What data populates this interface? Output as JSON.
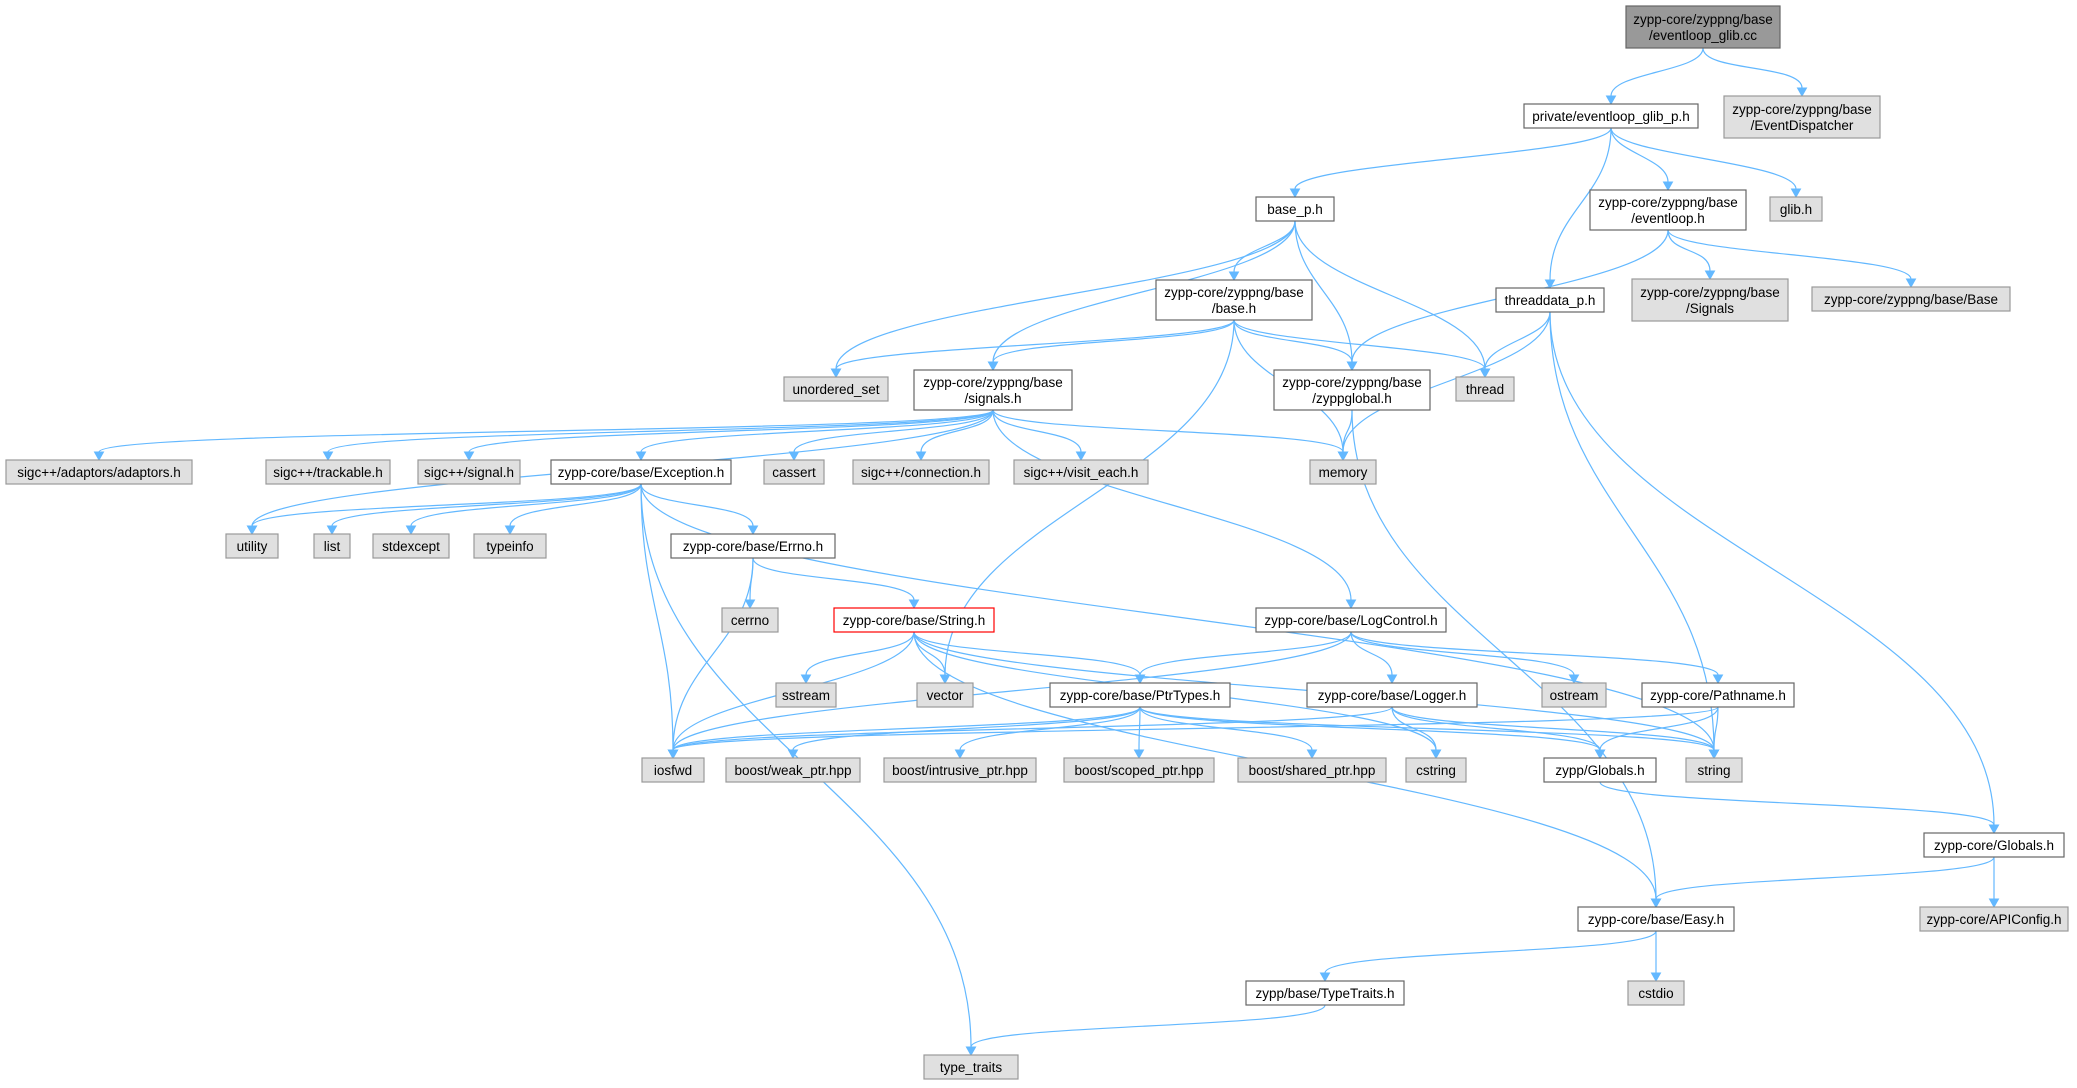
{
  "colors": {
    "root_fill": "#999999",
    "root_border": "#666666",
    "node_fill": "#ffffff",
    "node_border": "#666666",
    "ext_fill": "#e0e0e0",
    "ext_border": "#999999",
    "highlight_border": "#ff0000",
    "edge": "#63b8ff"
  },
  "nodes": [
    {
      "id": "eventloop_glib_cc",
      "kind": "root",
      "lines": [
        "zypp-core/zyppng/base",
        "/eventloop_glib.cc"
      ]
    },
    {
      "id": "eventloop_glib_p_h",
      "kind": "node",
      "lines": [
        "private/eventloop_glib_p.h"
      ]
    },
    {
      "id": "eventdispatcher",
      "kind": "ext",
      "lines": [
        "zypp-core/zyppng/base",
        "/EventDispatcher"
      ]
    },
    {
      "id": "base_p_h",
      "kind": "node",
      "lines": [
        "base_p.h"
      ]
    },
    {
      "id": "zyppng_eventloop_h",
      "kind": "node",
      "lines": [
        "zypp-core/zyppng/base",
        "/eventloop.h"
      ]
    },
    {
      "id": "glib_h",
      "kind": "ext",
      "lines": [
        "glib.h"
      ]
    },
    {
      "id": "zyppng_base_h",
      "kind": "node",
      "lines": [
        "zypp-core/zyppng/base",
        "/base.h"
      ]
    },
    {
      "id": "threaddata_p_h",
      "kind": "node",
      "lines": [
        "threaddata_p.h"
      ]
    },
    {
      "id": "zyppng_signals_ext",
      "kind": "ext",
      "lines": [
        "zypp-core/zyppng/base",
        "/Signals"
      ]
    },
    {
      "id": "zyppng_base_ext",
      "kind": "ext",
      "lines": [
        "zypp-core/zyppng/base/Base"
      ]
    },
    {
      "id": "unordered_set",
      "kind": "ext",
      "lines": [
        "unordered_set"
      ]
    },
    {
      "id": "zyppng_signals_h",
      "kind": "node",
      "lines": [
        "zypp-core/zyppng/base",
        "/signals.h"
      ]
    },
    {
      "id": "zyppglobal_h",
      "kind": "node",
      "lines": [
        "zypp-core/zyppng/base",
        "/zyppglobal.h"
      ]
    },
    {
      "id": "thread",
      "kind": "ext",
      "lines": [
        "thread"
      ]
    },
    {
      "id": "sigcpp_adaptors",
      "kind": "ext",
      "lines": [
        "sigc++/adaptors/adaptors.h"
      ]
    },
    {
      "id": "sigcpp_trackable",
      "kind": "ext",
      "lines": [
        "sigc++/trackable.h"
      ]
    },
    {
      "id": "sigcpp_signal",
      "kind": "ext",
      "lines": [
        "sigc++/signal.h"
      ]
    },
    {
      "id": "exception_h",
      "kind": "node",
      "lines": [
        "zypp-core/base/Exception.h"
      ]
    },
    {
      "id": "cassert",
      "kind": "ext",
      "lines": [
        "cassert"
      ]
    },
    {
      "id": "sigcpp_connection",
      "kind": "ext",
      "lines": [
        "sigc++/connection.h"
      ]
    },
    {
      "id": "sigcpp_visit_each",
      "kind": "ext",
      "lines": [
        "sigc++/visit_each.h"
      ]
    },
    {
      "id": "memory",
      "kind": "ext",
      "lines": [
        "memory"
      ]
    },
    {
      "id": "utility",
      "kind": "ext",
      "lines": [
        "utility"
      ]
    },
    {
      "id": "list",
      "kind": "ext",
      "lines": [
        "list"
      ]
    },
    {
      "id": "stdexcept",
      "kind": "ext",
      "lines": [
        "stdexcept"
      ]
    },
    {
      "id": "typeinfo",
      "kind": "ext",
      "lines": [
        "typeinfo"
      ]
    },
    {
      "id": "errno_h",
      "kind": "node",
      "lines": [
        "zypp-core/base/Errno.h"
      ]
    },
    {
      "id": "cerrno",
      "kind": "ext",
      "lines": [
        "cerrno"
      ]
    },
    {
      "id": "string_h",
      "kind": "highlight",
      "lines": [
        "zypp-core/base/String.h"
      ]
    },
    {
      "id": "logcontrol_h",
      "kind": "node",
      "lines": [
        "zypp-core/base/LogControl.h"
      ]
    },
    {
      "id": "sstream",
      "kind": "ext",
      "lines": [
        "sstream"
      ]
    },
    {
      "id": "vector",
      "kind": "ext",
      "lines": [
        "vector"
      ]
    },
    {
      "id": "ptrtypes_h",
      "kind": "node",
      "lines": [
        "zypp-core/base/PtrTypes.h"
      ]
    },
    {
      "id": "logger_h",
      "kind": "node",
      "lines": [
        "zypp-core/base/Logger.h"
      ]
    },
    {
      "id": "ostream",
      "kind": "ext",
      "lines": [
        "ostream"
      ]
    },
    {
      "id": "pathname_h",
      "kind": "node",
      "lines": [
        "zypp-core/Pathname.h"
      ]
    },
    {
      "id": "iosfwd",
      "kind": "ext",
      "lines": [
        "iosfwd"
      ]
    },
    {
      "id": "boost_weak_ptr",
      "kind": "ext",
      "lines": [
        "boost/weak_ptr.hpp"
      ]
    },
    {
      "id": "boost_intrusive_ptr",
      "kind": "ext",
      "lines": [
        "boost/intrusive_ptr.hpp"
      ]
    },
    {
      "id": "boost_scoped_ptr",
      "kind": "ext",
      "lines": [
        "boost/scoped_ptr.hpp"
      ]
    },
    {
      "id": "boost_shared_ptr",
      "kind": "ext",
      "lines": [
        "boost/shared_ptr.hpp"
      ]
    },
    {
      "id": "cstring",
      "kind": "ext",
      "lines": [
        "cstring"
      ]
    },
    {
      "id": "zypp_globals_h",
      "kind": "node",
      "lines": [
        "zypp/Globals.h"
      ]
    },
    {
      "id": "string",
      "kind": "ext",
      "lines": [
        "string"
      ]
    },
    {
      "id": "core_globals_h",
      "kind": "node",
      "lines": [
        "zypp-core/Globals.h"
      ]
    },
    {
      "id": "apiconfig_h",
      "kind": "ext",
      "lines": [
        "zypp-core/APIConfig.h"
      ]
    },
    {
      "id": "easy_h",
      "kind": "node",
      "lines": [
        "zypp-core/base/Easy.h"
      ]
    },
    {
      "id": "typetraits_h",
      "kind": "node",
      "lines": [
        "zypp/base/TypeTraits.h"
      ]
    },
    {
      "id": "cstdio",
      "kind": "ext",
      "lines": [
        "cstdio"
      ]
    },
    {
      "id": "type_traits",
      "kind": "ext",
      "lines": [
        "type_traits"
      ]
    }
  ],
  "edges": [
    [
      "eventloop_glib_cc",
      "eventloop_glib_p_h"
    ],
    [
      "eventloop_glib_cc",
      "eventdispatcher"
    ],
    [
      "eventloop_glib_p_h",
      "base_p_h"
    ],
    [
      "eventloop_glib_p_h",
      "zyppng_eventloop_h"
    ],
    [
      "eventloop_glib_p_h",
      "glib_h"
    ],
    [
      "eventloop_glib_p_h",
      "threaddata_p_h"
    ],
    [
      "base_p_h",
      "zyppng_base_h"
    ],
    [
      "base_p_h",
      "unordered_set"
    ],
    [
      "base_p_h",
      "zyppng_signals_h"
    ],
    [
      "base_p_h",
      "zyppglobal_h"
    ],
    [
      "base_p_h",
      "thread"
    ],
    [
      "zyppng_eventloop_h",
      "zyppng_signals_ext"
    ],
    [
      "zyppng_eventloop_h",
      "zyppng_base_ext"
    ],
    [
      "zyppng_eventloop_h",
      "zyppglobal_h"
    ],
    [
      "zyppng_base_h",
      "unordered_set"
    ],
    [
      "zyppng_base_h",
      "zyppng_signals_h"
    ],
    [
      "zyppng_base_h",
      "zyppglobal_h"
    ],
    [
      "zyppng_base_h",
      "thread"
    ],
    [
      "zyppng_base_h",
      "memory"
    ],
    [
      "zyppng_base_h",
      "vector"
    ],
    [
      "threaddata_p_h",
      "thread"
    ],
    [
      "threaddata_p_h",
      "memory"
    ],
    [
      "threaddata_p_h",
      "string"
    ],
    [
      "threaddata_p_h",
      "core_globals_h"
    ],
    [
      "zyppng_signals_h",
      "sigcpp_adaptors"
    ],
    [
      "zyppng_signals_h",
      "sigcpp_trackable"
    ],
    [
      "zyppng_signals_h",
      "sigcpp_signal"
    ],
    [
      "zyppng_signals_h",
      "exception_h"
    ],
    [
      "zyppng_signals_h",
      "cassert"
    ],
    [
      "zyppng_signals_h",
      "sigcpp_connection"
    ],
    [
      "zyppng_signals_h",
      "sigcpp_visit_each"
    ],
    [
      "zyppng_signals_h",
      "memory"
    ],
    [
      "zyppng_signals_h",
      "utility"
    ],
    [
      "zyppng_signals_h",
      "logcontrol_h"
    ],
    [
      "zyppglobal_h",
      "memory"
    ],
    [
      "zyppglobal_h",
      "easy_h"
    ],
    [
      "exception_h",
      "utility"
    ],
    [
      "exception_h",
      "list"
    ],
    [
      "exception_h",
      "stdexcept"
    ],
    [
      "exception_h",
      "typeinfo"
    ],
    [
      "exception_h",
      "errno_h"
    ],
    [
      "exception_h",
      "iosfwd"
    ],
    [
      "exception_h",
      "string"
    ],
    [
      "exception_h",
      "type_traits"
    ],
    [
      "errno_h",
      "cerrno"
    ],
    [
      "errno_h",
      "string_h"
    ],
    [
      "errno_h",
      "iosfwd"
    ],
    [
      "string_h",
      "sstream"
    ],
    [
      "string_h",
      "vector"
    ],
    [
      "string_h",
      "ptrtypes_h"
    ],
    [
      "string_h",
      "iosfwd"
    ],
    [
      "string_h",
      "cstring"
    ],
    [
      "string_h",
      "string"
    ],
    [
      "string_h",
      "easy_h"
    ],
    [
      "logcontrol_h",
      "ptrtypes_h"
    ],
    [
      "logcontrol_h",
      "logger_h"
    ],
    [
      "logcontrol_h",
      "ostream"
    ],
    [
      "logcontrol_h",
      "pathname_h"
    ],
    [
      "logcontrol_h",
      "iosfwd"
    ],
    [
      "ptrtypes_h",
      "iosfwd"
    ],
    [
      "ptrtypes_h",
      "boost_weak_ptr"
    ],
    [
      "ptrtypes_h",
      "boost_intrusive_ptr"
    ],
    [
      "ptrtypes_h",
      "boost_scoped_ptr"
    ],
    [
      "ptrtypes_h",
      "boost_shared_ptr"
    ],
    [
      "ptrtypes_h",
      "string"
    ],
    [
      "ptrtypes_h",
      "zypp_globals_h"
    ],
    [
      "logger_h",
      "cstring"
    ],
    [
      "logger_h",
      "iosfwd"
    ],
    [
      "logger_h",
      "zypp_globals_h"
    ],
    [
      "logger_h",
      "string"
    ],
    [
      "pathname_h",
      "iosfwd"
    ],
    [
      "pathname_h",
      "zypp_globals_h"
    ],
    [
      "pathname_h",
      "string"
    ],
    [
      "zypp_globals_h",
      "core_globals_h"
    ],
    [
      "core_globals_h",
      "apiconfig_h"
    ],
    [
      "core_globals_h",
      "easy_h"
    ],
    [
      "easy_h",
      "typetraits_h"
    ],
    [
      "easy_h",
      "cstdio"
    ],
    [
      "typetraits_h",
      "type_traits"
    ]
  ]
}
